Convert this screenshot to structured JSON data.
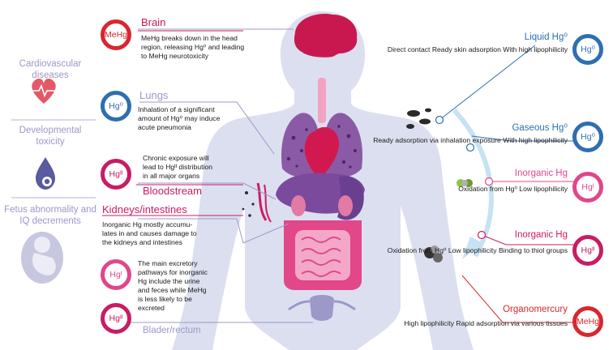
{
  "left_column": {
    "cardio": "Cardiovascular\ndiseases",
    "develop": "Developmental\ntoxicity",
    "fetus": "Fetus abnormality\nand IQ decrements"
  },
  "organs": {
    "brain": {
      "title": "Brain",
      "badge": "MeHg",
      "desc": "MeHg breaks down in the head\nregion, releasing Hg⁰ and leading\nto MeHg neurotoxicity"
    },
    "lungs": {
      "title": "Lungs",
      "badge": "Hg⁰",
      "desc": "Inhalation of a significant\namount of Hg⁰ may induce\nacute pneumonia"
    },
    "bloodstream": {
      "title": "Bloodstream",
      "badge": "Hgᴵᴵ",
      "desc": "Chronic exposure will\nlead to Hgᴵᴵ distribution\nin all major organs"
    },
    "kidneys": {
      "title": "Kidneys/intestines",
      "desc": "Inorganic Hg mostly accumu-\nlates in and causes damage to\nthe kidneys and intestines"
    },
    "excretion": {
      "badge": "Hgᴵ",
      "desc": "The main excretory\npathways  for inorganic\nHg include the urine\nand feces while MeHg\nis less likely to be\nexcreted"
    },
    "bladder": {
      "title": "Blader/rectum",
      "badge": "Hgᴵᴵ"
    }
  },
  "forms": [
    {
      "title": "Liquid Hg⁰",
      "badge": "Hg⁰",
      "desc": "Direct contact\nReady skin adsorption\nWith high lipophilicity"
    },
    {
      "title": "Gaseous Hg⁰",
      "badge": "Hg⁰",
      "desc": "Ready adsorption via\ninhalation exposure\nWith high lipophilicity"
    },
    {
      "title": "Inorganic Hg",
      "badge": "Hgᴵ",
      "desc": "Oxidation from Hg⁰\nLow lipophilicity"
    },
    {
      "title": "Inorganic Hg",
      "badge": "Hgᴵᴵ",
      "desc": "Oxidation from Hg⁰\nLow lipophilicity\nBinding to thiol groups"
    },
    {
      "title": "Organomercury",
      "badge": "MeHg",
      "desc": "High lipophilicity\nRapid adsorption via\nvarious tissues"
    }
  ],
  "colors": {
    "body": "#dcdff0",
    "left_text": "#9c98c8",
    "brain": "#c8184f",
    "blue": "#2e6fb0",
    "pink": "#e0478a",
    "red": "#d9262e",
    "magenta": "#c91c64"
  }
}
